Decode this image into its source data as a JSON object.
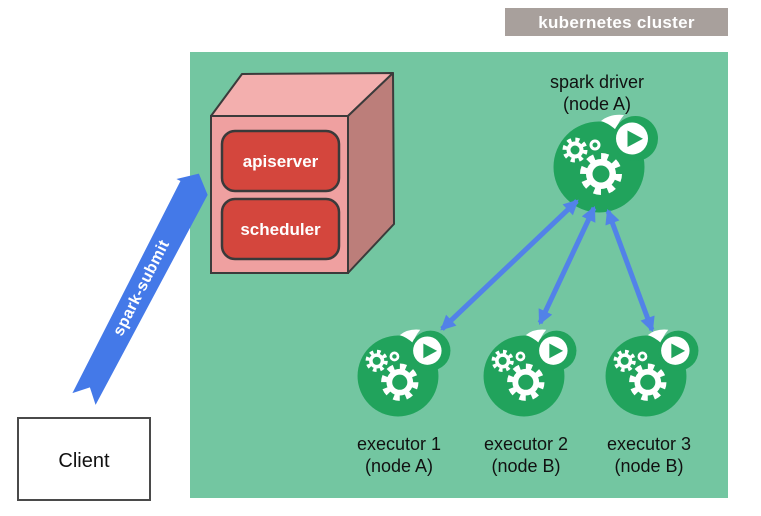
{
  "cluster_label": "kubernetes cluster",
  "client": {
    "label": "Client"
  },
  "spark_submit": {
    "label": "spark-submit"
  },
  "control_plane": {
    "apiserver": "apiserver",
    "scheduler": "scheduler"
  },
  "driver": {
    "name": "spark driver",
    "node": "(node A)"
  },
  "executors": [
    {
      "name": "executor 1",
      "node": "(node A)"
    },
    {
      "name": "executor 2",
      "node": "(node B)"
    },
    {
      "name": "executor 3",
      "node": "(node B)"
    }
  ],
  "colors": {
    "cluster_bg": "#73c6a1",
    "icon_green": "#21a35c",
    "banner_blue": "#4479e8",
    "arrow_blue": "#5282e8",
    "box_red": "#d4463d",
    "label_gray": "#a8a09c",
    "cube_front": "#efa0a0",
    "cube_top": "#f3afae",
    "cube_side": "#bc7e7a"
  }
}
